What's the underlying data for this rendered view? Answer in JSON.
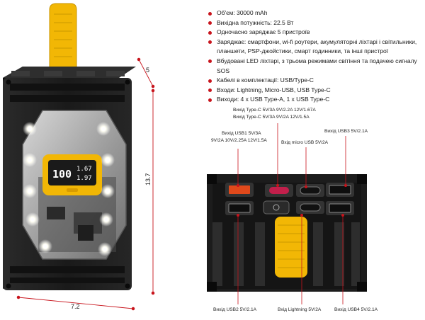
{
  "specs": [
    "Об'єм: 30000 mAh",
    "Вихідна потужність: 22.5 Вт",
    "Одночасно заряджає 5 пристроїв",
    "Заряджає: смартфони, wi-fi роутери, акумуляторні ліхтарі і світильники,",
    "планшети, PSP-джойстики, смарт годинники, та інші пристрої",
    "Вбудовані LED ліхтарі, з трьома режимами світіння та подачею сигналу SOS",
    "Кабелі в комплектації: USB/Type-C",
    "Входи: Lightning, Micro-USB, USB Type-C",
    "Виходи: 4 x USB Type-A, 1 x USB Type-C"
  ],
  "dimensions": {
    "depth": "5",
    "height": "13.7",
    "width": "7.2"
  },
  "display": {
    "percent": "100",
    "voltage": "1.67",
    "current": "1.97"
  },
  "labels": {
    "typec_out_1": "Вихід Type-C 5V/3A 9V/2.2A 12V/1.67A",
    "typec_out_2": "Вихід Type-C 5V/3A 9V/2A 12V/1.5A",
    "usb1_line1": "Вихід USB1 5V/3A",
    "usb1_line2": "9V/2A 10V/2.25A 12V/1.5A",
    "micro_in": "Вхід micro USB 5V/2A",
    "usb3": "Вихід USB3 5V/2.1A",
    "usb2": "Вихід USB2 5V/2.1A",
    "lightning_in": "Вхід Lightning 5V/2A",
    "usb4": "Вихід USB4 5V/2.1A"
  },
  "colors": {
    "bullet": "#c8141c",
    "accent": "#f2b705",
    "body": "#1b1b1b",
    "line": "#c8141c"
  }
}
